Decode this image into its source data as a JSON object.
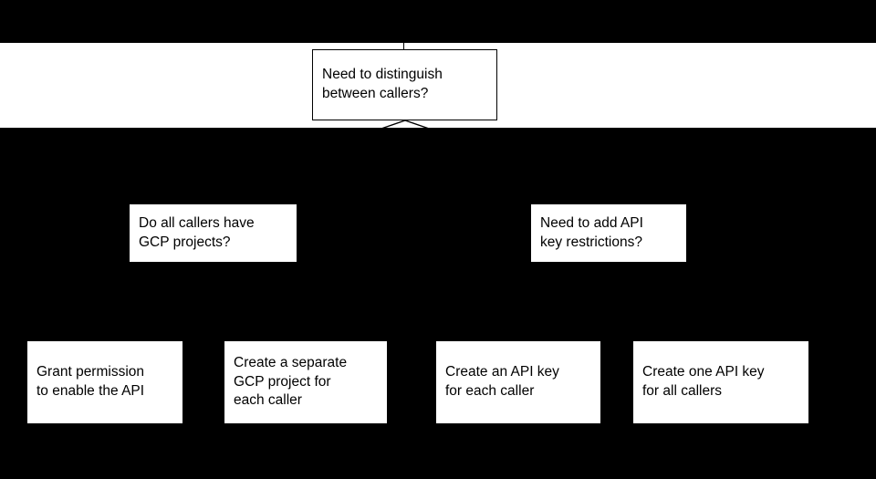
{
  "diagram": {
    "type": "decision-flowchart",
    "background_color": "#000000",
    "band_color": "#ffffff",
    "node_fill": "#ffffff",
    "node_text_color": "#000000",
    "border_color": "#000000",
    "nodes": {
      "root": {
        "text": "Need to distinguish\nbetween callers?",
        "shape": "rectangle",
        "bordered": "yes"
      },
      "branch_left": {
        "text": "Do all callers have\nGCP projects?",
        "shape": "rectangle",
        "bordered": "no"
      },
      "branch_right": {
        "text": "Need to add API\nkey restrictions?",
        "shape": "rectangle",
        "bordered": "no"
      },
      "leaf_1": {
        "text": "Grant permission\nto enable the API",
        "shape": "rectangle",
        "bordered": "no"
      },
      "leaf_2": {
        "text": "Create a separate\nGCP project for\neach caller",
        "shape": "rectangle",
        "bordered": "no"
      },
      "leaf_3": {
        "text": "Create an API key\nfor each caller",
        "shape": "rectangle",
        "bordered": "no"
      },
      "leaf_4": {
        "text": "Create one API key\nfor all callers",
        "shape": "rectangle",
        "bordered": "no"
      }
    },
    "connectors": {
      "root_top_stub": "vertical-line",
      "root_bottom_arrow": "chevron-apex"
    }
  }
}
